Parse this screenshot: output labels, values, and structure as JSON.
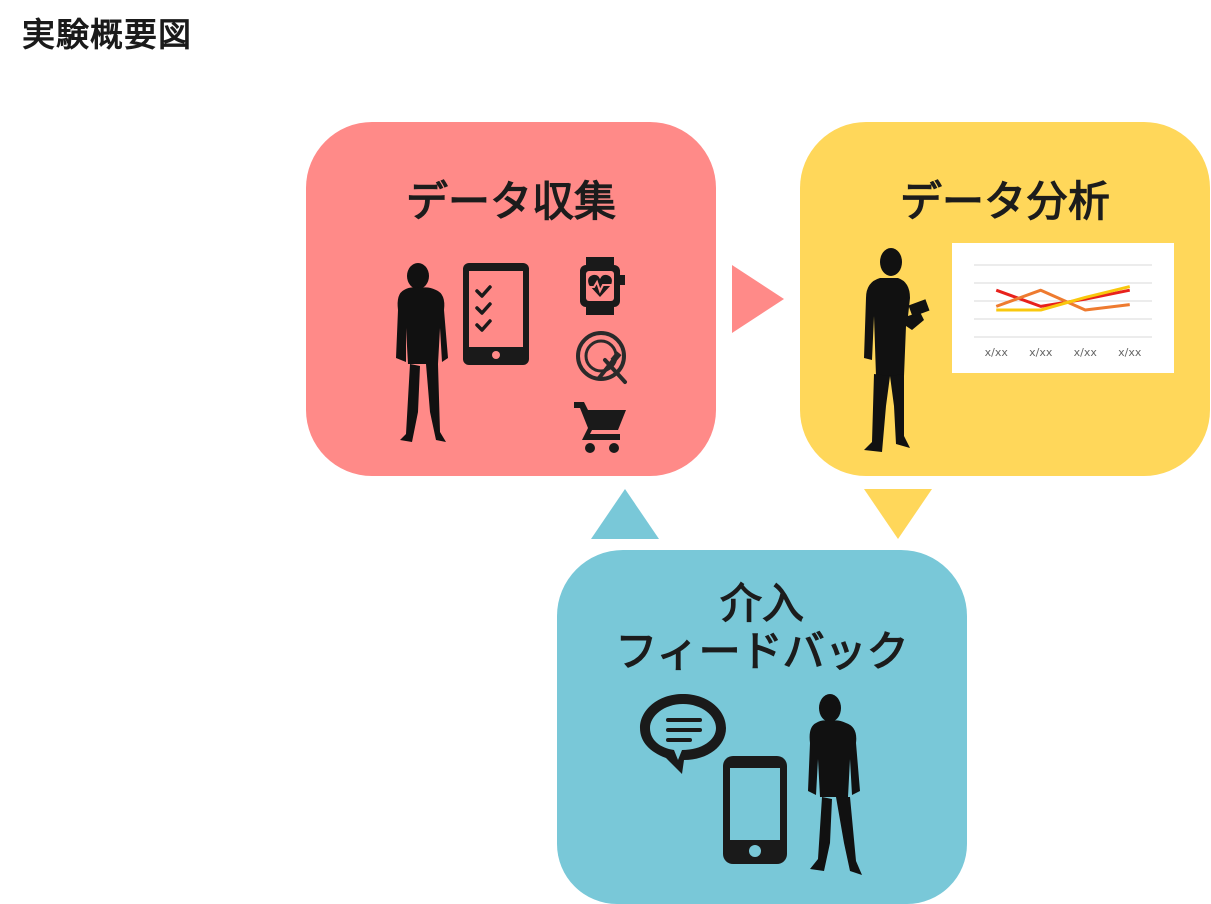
{
  "page": {
    "title": "実験概要図"
  },
  "collect": {
    "title": "データ収集",
    "color": "#ff8a88"
  },
  "analyze": {
    "title": "データ分析",
    "color": "#ffd75a"
  },
  "feedback": {
    "title_line1": "介入",
    "title_line2": "フィードバック",
    "color": "#79c8d8"
  },
  "icons": {
    "collect": [
      "person-icon",
      "checklist-tablet-icon",
      "smartwatch-heart-icon",
      "meal-plate-icon",
      "shopping-cart-icon"
    ],
    "analyze": [
      "person-with-tablet-icon"
    ],
    "feedback": [
      "speech-bubble-icon",
      "smartphone-icon",
      "person-icon"
    ]
  },
  "arrows": {
    "collect_to_analyze": "#ff8a88",
    "analyze_to_feedback": "#ffd75a",
    "feedback_to_collect": "#79c8d8"
  },
  "chart_data": {
    "type": "line",
    "categories": [
      "x/xx",
      "x/xx",
      "x/xx",
      "x/xx"
    ],
    "ylim": [
      0,
      4
    ],
    "grid": true,
    "series": [
      {
        "color": "#e8211c",
        "values": [
          2.6,
          1.7,
          2.1,
          2.6
        ]
      },
      {
        "color": "#ee7b30",
        "values": [
          1.7,
          2.6,
          1.5,
          1.8
        ]
      },
      {
        "color": "#f9c80e",
        "values": [
          1.5,
          1.5,
          2.2,
          2.8
        ]
      }
    ]
  }
}
